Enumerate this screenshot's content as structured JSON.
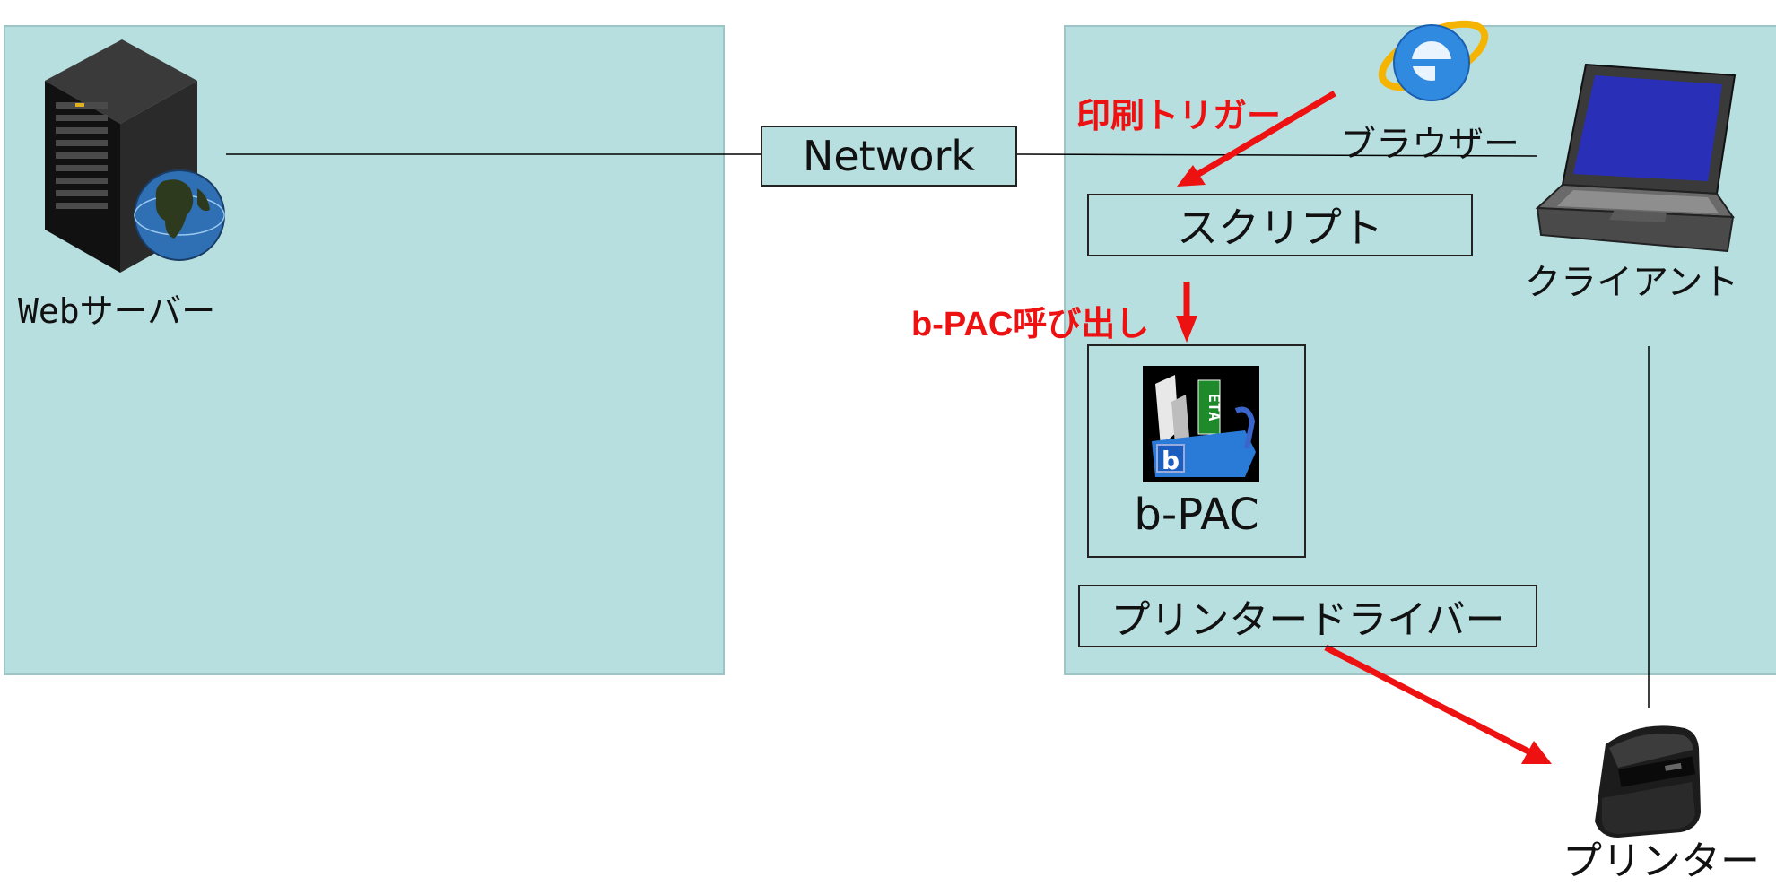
{
  "labels": {
    "web_server": "Webサーバー",
    "network": "Network",
    "browser": "ブラウザー",
    "client": "クライアント",
    "script": "スクリプト",
    "bpac": "b-PAC",
    "printer_driver": "プリンタードライバー",
    "printer": "プリンター"
  },
  "annotations": {
    "print_trigger": "印刷トリガー",
    "bpac_call": "b-PAC呼び出し"
  },
  "bpac_icon_text": "ETA",
  "icons": [
    "server-globe-icon",
    "ie-browser-icon",
    "laptop-icon",
    "bpac-icon",
    "label-printer-icon"
  ],
  "colors": {
    "panel_fill": "#b8dfe0",
    "panel_border": "#9ec4c5",
    "annotation": "#ee1111"
  }
}
